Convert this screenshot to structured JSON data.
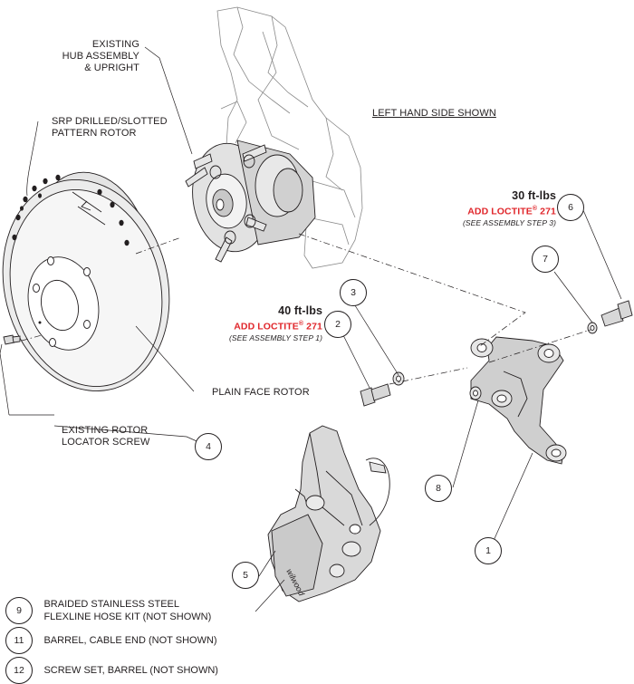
{
  "labels": {
    "hub": [
      "EXISTING",
      "HUB ASSEMBLY",
      "& UPRIGHT"
    ],
    "rotor": [
      "SRP DRILLED/SLOTTED",
      "PATTERN ROTOR"
    ],
    "side": "LEFT HAND SIDE SHOWN",
    "plain_face": "PLAIN FACE ROTOR",
    "locator": [
      "EXISTING ROTOR",
      "LOCATOR SCREW"
    ]
  },
  "torque_specs": [
    {
      "value": "30 ft-lbs",
      "loctite_prefix": "ADD LOCTITE",
      "loctite_mark": "®",
      "loctite_suffix": " 271",
      "note": "(SEE ASSEMBLY STEP 3)"
    },
    {
      "value": "40 ft-lbs",
      "loctite_prefix": "ADD LOCTITE",
      "loctite_mark": "®",
      "loctite_suffix": " 271",
      "note": "(SEE ASSEMBLY STEP 1)"
    }
  ],
  "callouts": [
    "1",
    "2",
    "3",
    "4",
    "5",
    "6",
    "7",
    "8"
  ],
  "caliper_logo": "wilwood",
  "key": [
    {
      "number": "9",
      "lines": [
        "BRAIDED STAINLESS STEEL",
        "FLEXLINE HOSE KIT (NOT SHOWN)"
      ]
    },
    {
      "number": "11",
      "lines": [
        "BARREL, CABLE END (NOT SHOWN)"
      ]
    },
    {
      "number": "12",
      "lines": [
        "SCREW SET, BARREL (NOT SHOWN)"
      ]
    }
  ],
  "colors": {
    "ink": "#231f20",
    "loctite_red": "#e0262b",
    "part_fill": "#c8c8c8",
    "part_fill_light": "#e2e2e2"
  }
}
